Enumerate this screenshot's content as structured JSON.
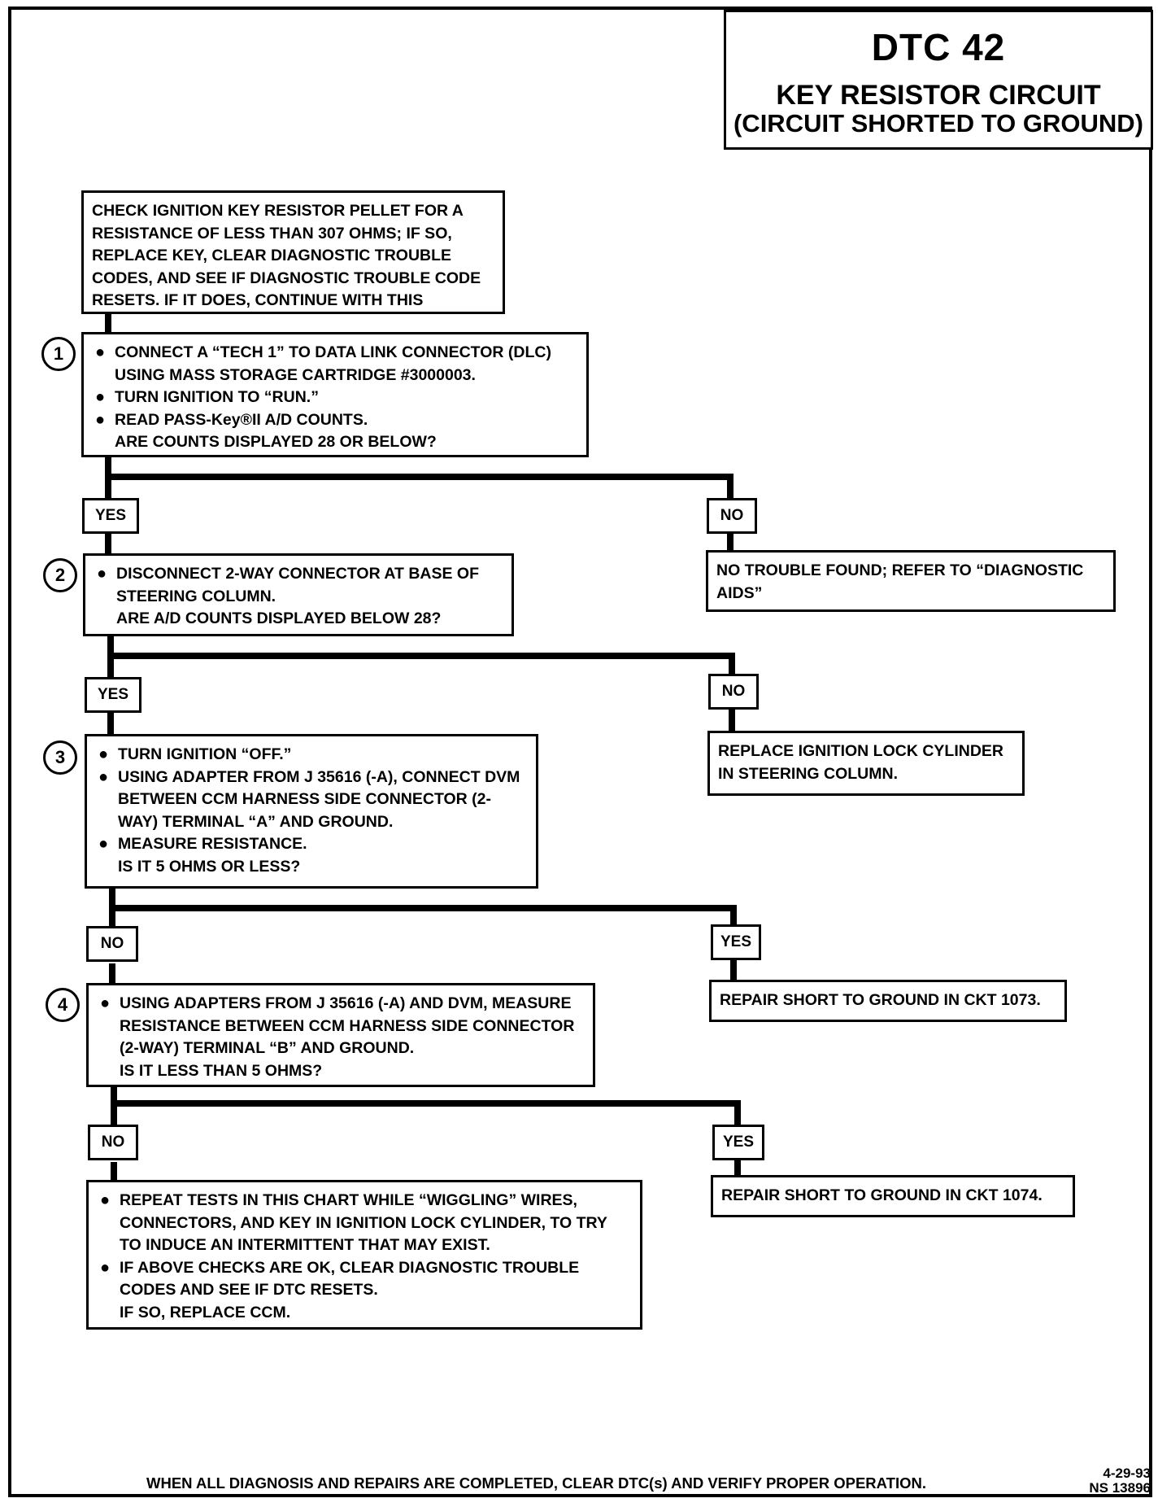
{
  "title": {
    "code": "DTC 42",
    "name": "KEY RESISTOR CIRCUIT",
    "condition": "(CIRCUIT SHORTED TO GROUND)"
  },
  "intro": "CHECK IGNITION KEY RESISTOR PELLET FOR A RESISTANCE OF LESS THAN 307 OHMS; IF SO, REPLACE KEY, CLEAR DIAGNOSTIC TROUBLE CODES, AND SEE IF DIAGNOSTIC TROUBLE CODE RESETS. IF IT DOES, CONTINUE WITH THIS",
  "steps": [
    {
      "number": "1",
      "bullets": [
        "CONNECT A “TECH 1” TO DATA LINK CONNECTOR (DLC) USING MASS STORAGE CARTRIDGE #3000003.",
        "TURN IGNITION TO “RUN.”",
        "READ PASS-Key®II A/D COUNTS."
      ],
      "question": "ARE COUNTS DISPLAYED 28 OR BELOW?",
      "left_label": "YES",
      "right_label": "NO",
      "right_result": "NO TROUBLE FOUND; REFER TO “DIAGNOSTIC AIDS”"
    },
    {
      "number": "2",
      "bullets": [
        "DISCONNECT 2-WAY CONNECTOR AT BASE OF STEERING COLUMN."
      ],
      "question": "ARE A/D COUNTS DISPLAYED BELOW 28?",
      "left_label": "YES",
      "right_label": "NO",
      "right_result": "REPLACE IGNITION LOCK CYLINDER IN STEERING COLUMN."
    },
    {
      "number": "3",
      "bullets": [
        "TURN IGNITION “OFF.”",
        "USING ADAPTER FROM J 35616 (-A), CONNECT DVM BETWEEN CCM HARNESS SIDE CONNECTOR (2-WAY) TERMINAL “A” AND GROUND.",
        "MEASURE RESISTANCE."
      ],
      "question": "IS IT 5 OHMS OR LESS?",
      "left_label": "NO",
      "right_label": "YES",
      "right_result": "REPAIR SHORT TO GROUND IN CKT 1073."
    },
    {
      "number": "4",
      "bullets": [
        "USING ADAPTERS FROM J 35616 (-A) AND DVM, MEASURE RESISTANCE BETWEEN CCM HARNESS SIDE CONNECTOR (2-WAY) TERMINAL “B” AND GROUND."
      ],
      "question": "IS IT LESS THAN 5 OHMS?",
      "left_label": "NO",
      "right_label": "YES",
      "right_result": "REPAIR SHORT TO GROUND IN CKT 1074."
    }
  ],
  "final": {
    "bullets": [
      "REPEAT TESTS IN THIS CHART WHILE “WIGGLING” WIRES, CONNECTORS, AND KEY IN IGNITION LOCK CYLINDER, TO TRY TO INDUCE AN INTERMITTENT THAT MAY EXIST.",
      "IF ABOVE CHECKS ARE OK, CLEAR DIAGNOSTIC TROUBLE CODES AND SEE IF DTC RESETS."
    ],
    "conclusion": "IF SO, REPLACE CCM."
  },
  "footer": "WHEN ALL DIAGNOSIS AND REPAIRS ARE COMPLETED, CLEAR DTC(s) AND VERIFY PROPER OPERATION.",
  "ref_date": "4-29-93",
  "ref_code": "NS 13896"
}
